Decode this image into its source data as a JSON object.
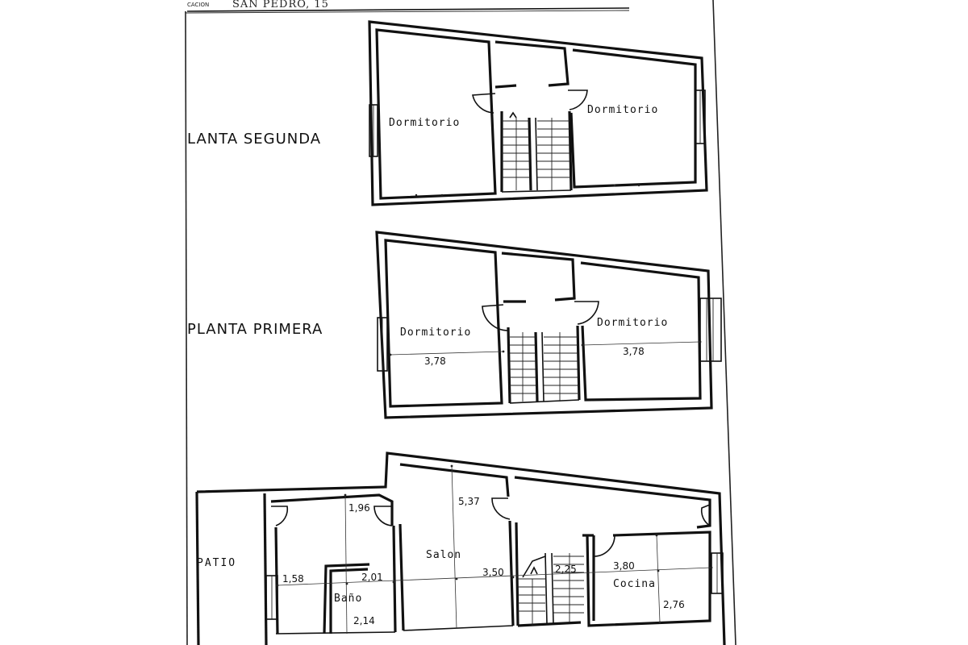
{
  "header": {
    "prefix": "CACION",
    "street": "SAN PEDRO, 15"
  },
  "floors": {
    "second": {
      "label": "LANTA SEGUNDA",
      "rooms": [
        "Dormitorio",
        "Dormitorio"
      ]
    },
    "first": {
      "label": "PLANTA PRIMERA",
      "rooms": [
        "Dormitorio",
        "Dormitorio"
      ],
      "dims": [
        "3,78",
        "3,78"
      ]
    },
    "ground": {
      "patio": "PATIO",
      "rooms": {
        "salon": "Salon",
        "bano": "Baño",
        "cocina": "Cocina"
      },
      "dims": {
        "d196": "1,96",
        "d537": "5,37",
        "d158": "1,58",
        "d201": "2,01",
        "d350": "3,50",
        "d225": "2,25",
        "d380": "3,80",
        "d214": "2,14",
        "d276": "2,76"
      }
    }
  }
}
